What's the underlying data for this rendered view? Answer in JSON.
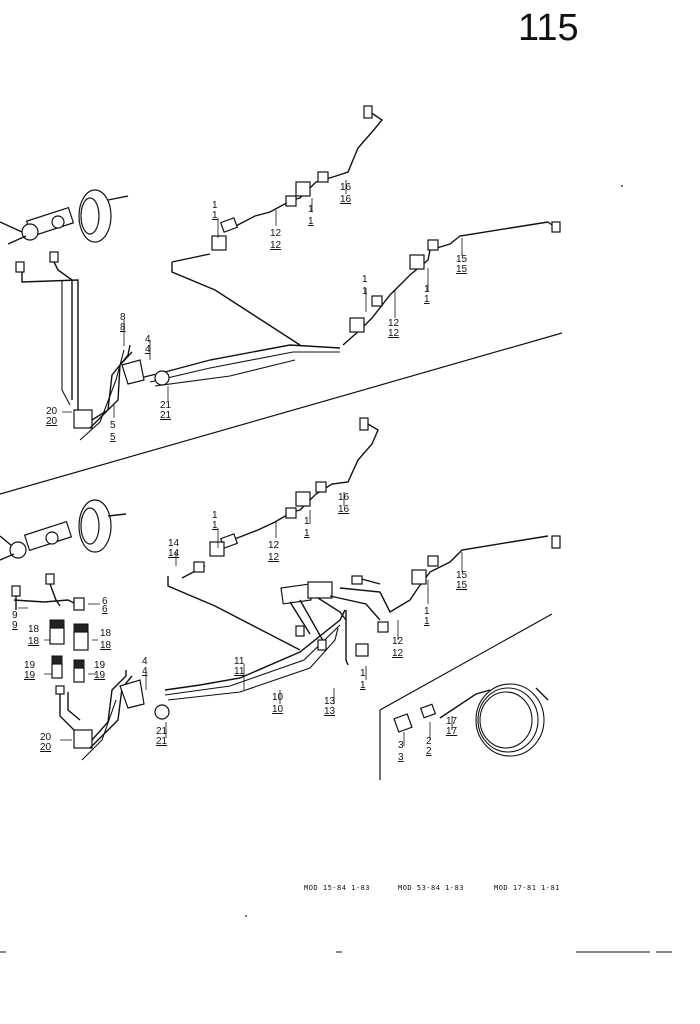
{
  "page_number": "115",
  "footer": {
    "model_1": "MOD 15-84  1-83",
    "model_2": "MOD 53-84  1-83",
    "model_3": "MOD 17-81  1-81"
  },
  "upper": {
    "labels": {
      "l1a": "1",
      "l1b": "1",
      "l12": "12",
      "l16": "16",
      "l1c": "1",
      "l15": "15",
      "l1d": "1",
      "l12b": "12",
      "l8": "8",
      "l4": "4",
      "l21": "21",
      "l20": "20",
      "l5": "5"
    }
  },
  "lower": {
    "labels": {
      "l16": "16",
      "l1a": "1",
      "l12": "12",
      "l1b": "1",
      "l14": "14",
      "l15": "15",
      "l1c": "1",
      "l12b": "12",
      "l6": "6",
      "l9": "9",
      "l18a": "18",
      "l18b": "18",
      "l19a": "19",
      "l19b": "19",
      "l4": "4",
      "l11": "11",
      "l10": "10",
      "l13": "13",
      "l1d": "1",
      "l21": "21",
      "l20": "20",
      "l17": "17",
      "l3": "3",
      "l2": "2"
    }
  }
}
